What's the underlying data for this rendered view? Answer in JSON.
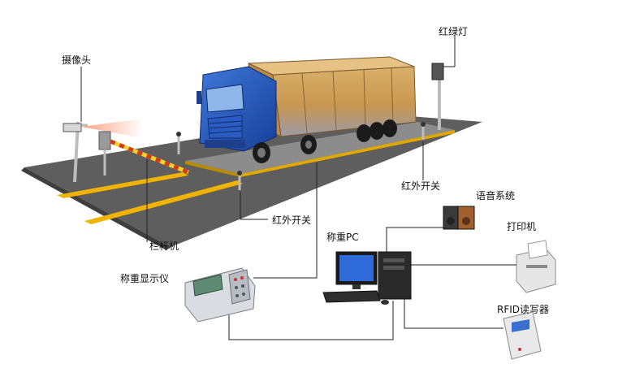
{
  "diagram": {
    "components": {
      "camera": "摄像头",
      "traffic_light": "红绿灯",
      "ir_switch_right": "红外开关",
      "ir_switch_left": "红外开关",
      "barrier": "栏杆机",
      "voice_system": "语音系统",
      "printer": "打印机",
      "weighing_pc": "称重PC",
      "weight_display": "称重显示仪",
      "rfid_reader": "RFID读写器"
    }
  }
}
